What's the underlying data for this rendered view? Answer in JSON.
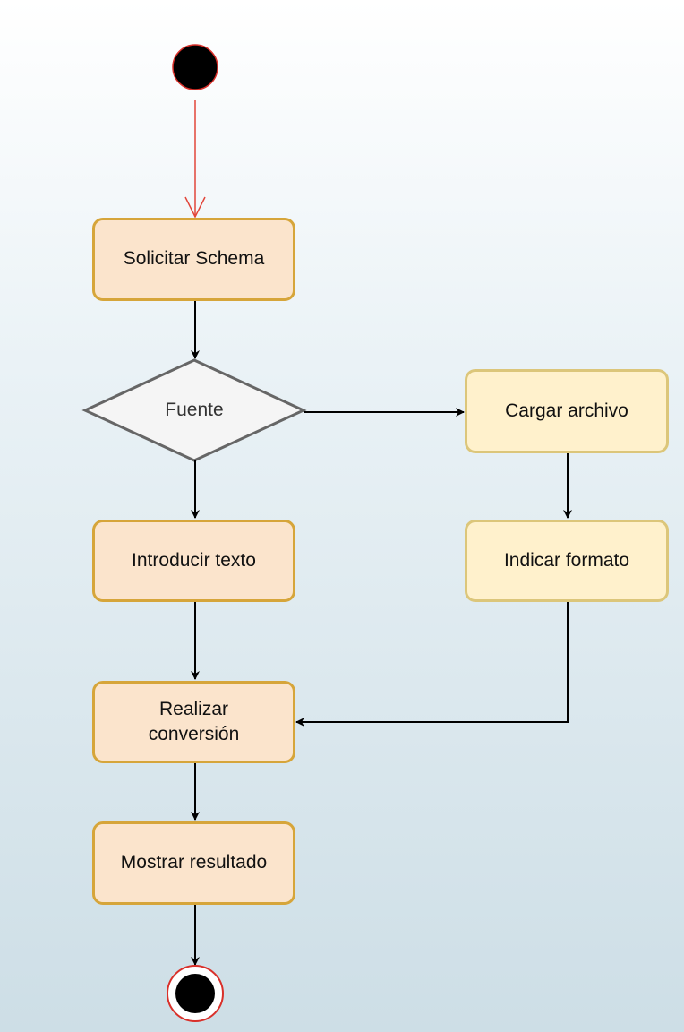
{
  "nodes": {
    "solicitar": "Solicitar Schema",
    "fuente": "Fuente",
    "cargar": "Cargar archivo",
    "introducir": "Introducir texto",
    "indicar": "Indicar formato",
    "realizar": "Realizar\nconversión",
    "mostrar": "Mostrar resultado"
  },
  "colors": {
    "action_fill": "#fbe4cc",
    "action_border": "#d6a53a",
    "secondary_fill": "#fff1cc",
    "secondary_border": "#dcc67a",
    "decision_fill": "#f5f5f5",
    "decision_border": "#666666",
    "initial_arrow": "#e2463a",
    "final_ring": "#d9302a"
  }
}
